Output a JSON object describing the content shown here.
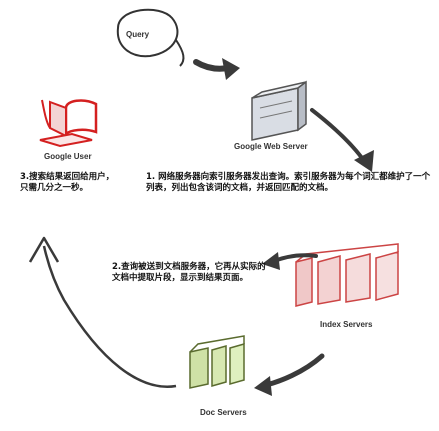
{
  "labels": {
    "query": "Query",
    "google_web_server": "Google Web Server",
    "google_user": "Google User",
    "index_servers": "Index Servers",
    "doc_servers": "Doc Servers"
  },
  "steps": {
    "step1": "1. 网络服务器向索引服务器发出查询。索引服务器为每个词汇都维护了一个列表，列出包含该词的文档，并返回匹配的文档。",
    "step2": "2.查询被送到文档服务器，它再从实际的文档中提取片段，显示到结果页面。",
    "step3": "3.搜索结果返回给用户，只需几分之一秒。"
  },
  "colors": {
    "arrow": "#3a3a3a",
    "server_fill": "#d9dde4",
    "server_stroke": "#555555",
    "doc_fill": "#cfe1a6",
    "doc_stroke": "#5a6b2e",
    "user_red": "#d42020"
  }
}
